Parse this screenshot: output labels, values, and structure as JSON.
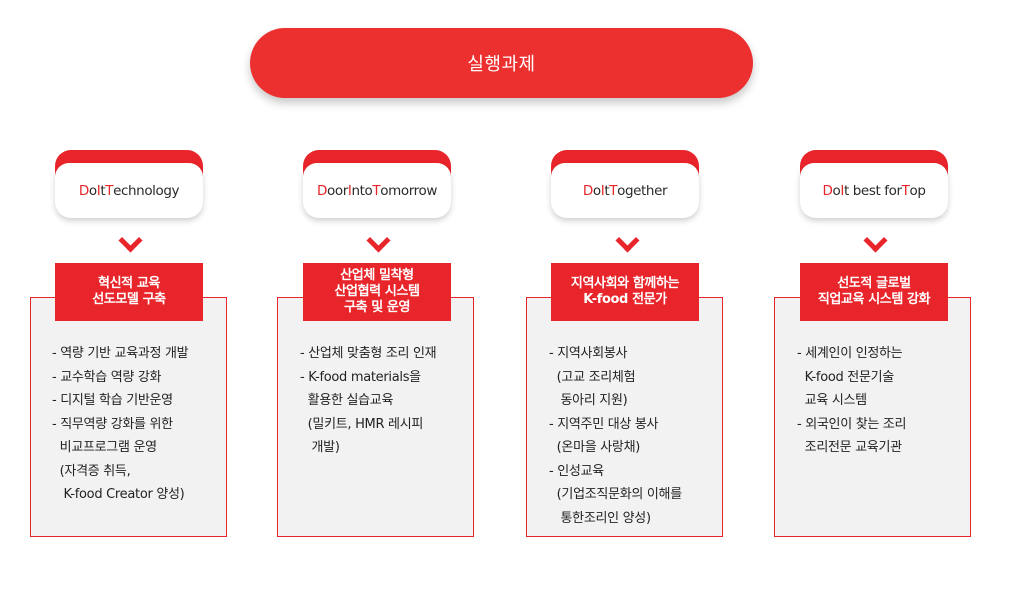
{
  "banner": {
    "label": "실행과제"
  },
  "columns": [
    {
      "pill_parts": [
        {
          "text": "D",
          "hl": true
        },
        {
          "text": "o ",
          "hl": false
        },
        {
          "text": "I",
          "hl": true
        },
        {
          "text": "t ",
          "hl": false
        },
        {
          "text": "T",
          "hl": true
        },
        {
          "text": "echnology",
          "hl": false
        }
      ],
      "title": [
        "혁신적 교육",
        "선도모델 구축"
      ],
      "items": [
        "- 역량 기반 교육과정 개발",
        "- 교수학습 역량 강화",
        "- 디지털 학습 기반운영",
        "- 직무역량 강화를 위한",
        "  비교프로그램 운영",
        "  (자격증 취득,",
        "   K-food Creator 양성)"
      ]
    },
    {
      "pill_parts": [
        {
          "text": "D",
          "hl": true
        },
        {
          "text": "oor ",
          "hl": false
        },
        {
          "text": "I",
          "hl": true
        },
        {
          "text": "nto ",
          "hl": false
        },
        {
          "text": "T",
          "hl": true
        },
        {
          "text": "omorrow",
          "hl": false
        }
      ],
      "title": [
        "산업체 밀착형",
        "산업협력 시스템",
        "구축 및 운영"
      ],
      "items": [
        "- 산업체 맞춤형 조리 인재",
        "- K-food materials을",
        "  활용한 실습교육",
        "  (밀키트, HMR 레시피",
        "   개발)"
      ]
    },
    {
      "pill_parts": [
        {
          "text": "D",
          "hl": true
        },
        {
          "text": "o ",
          "hl": false
        },
        {
          "text": "I",
          "hl": true
        },
        {
          "text": "t ",
          "hl": false
        },
        {
          "text": "T",
          "hl": true
        },
        {
          "text": "ogether",
          "hl": false
        }
      ],
      "title": [
        "지역사회와 함께하는",
        "K-food 전문가"
      ],
      "items": [
        "- 지역사회봉사",
        "  (고교 조리체험",
        "   동아리 지원)",
        "- 지역주민 대상 봉사",
        "  (온마을 사랑채)",
        "- 인성교육",
        "  (기업조직문화의 이해를",
        "   통한조리인 양성)"
      ]
    },
    {
      "pill_parts": [
        {
          "text": "D",
          "hl": true
        },
        {
          "text": "o ",
          "hl": false
        },
        {
          "text": "I",
          "hl": true
        },
        {
          "text": "t best for",
          "hl": false
        },
        {
          "text": "T",
          "hl": true
        },
        {
          "text": "op",
          "hl": false
        }
      ],
      "title": [
        "선도적 글로벌",
        "직업교육 시스템 강화"
      ],
      "items": [
        "- 세계인이 인정하는",
        "  K-food 전문기술",
        "  교육 시스템",
        "- 외국인이 찾는 조리",
        "  조리전문 교육기관"
      ]
    }
  ]
}
